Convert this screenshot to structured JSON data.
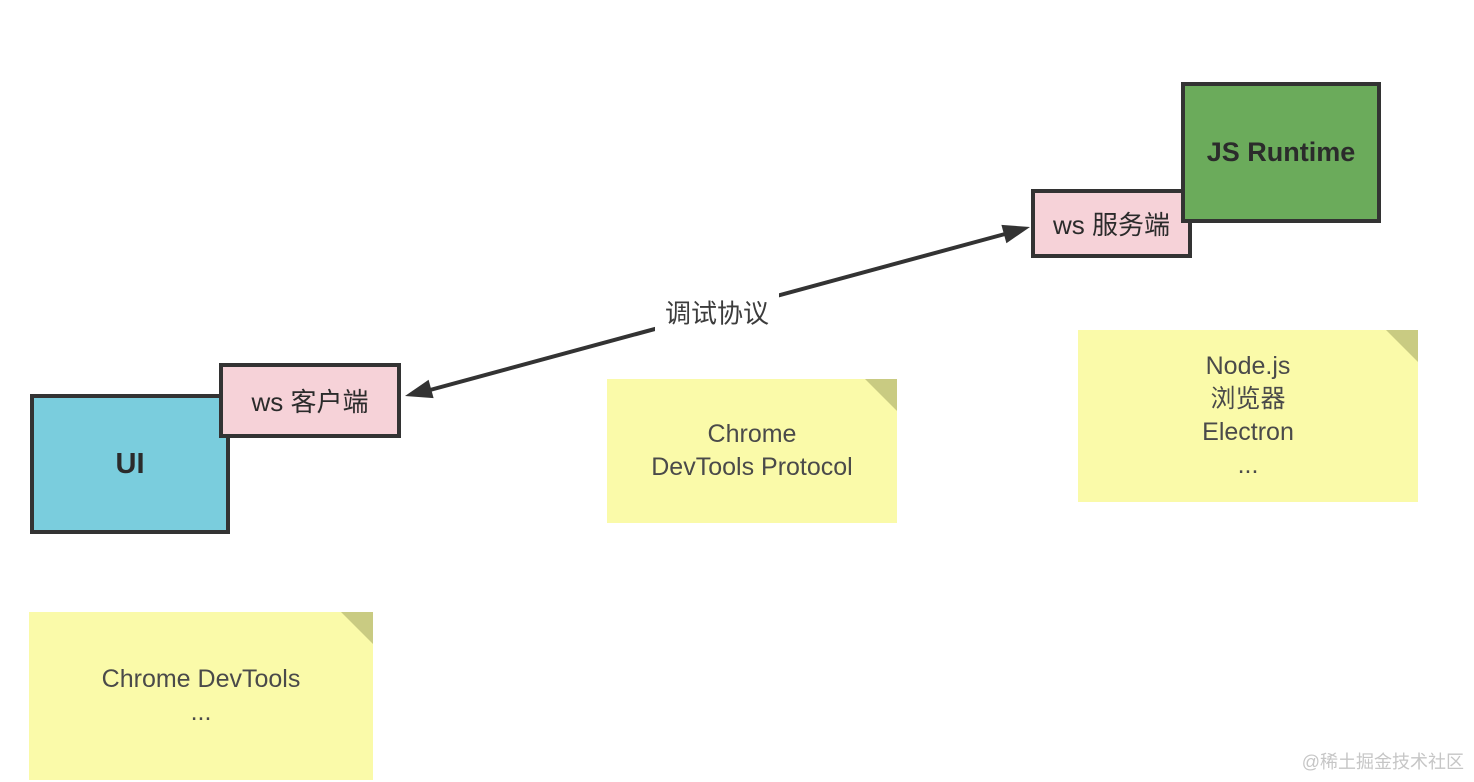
{
  "boxes": {
    "ui": {
      "label": "UI",
      "fill": "#7acddd"
    },
    "ws_client": {
      "label": "ws 客户端",
      "fill": "#f6d2d8"
    },
    "ws_server": {
      "label": "ws 服务端",
      "fill": "#f6d2d8"
    },
    "js_runtime": {
      "label": "JS Runtime",
      "fill": "#6bab5b"
    }
  },
  "arrow": {
    "label": "调试协议",
    "color": "#333333",
    "direction": "bidirectional"
  },
  "notes": {
    "fill": "#fafaa9",
    "fold_color": "#c9cb82",
    "protocol": {
      "lines": [
        "Chrome",
        "DevTools Protocol"
      ]
    },
    "runtimes": {
      "lines": [
        "Node.js",
        "浏览器",
        "Electron",
        "..."
      ]
    },
    "devtools": {
      "lines": [
        "Chrome DevTools",
        "..."
      ]
    }
  },
  "watermark": {
    "text": "@稀土掘金技术社区",
    "color": "#c6c6c6"
  },
  "border_color": "#333333"
}
